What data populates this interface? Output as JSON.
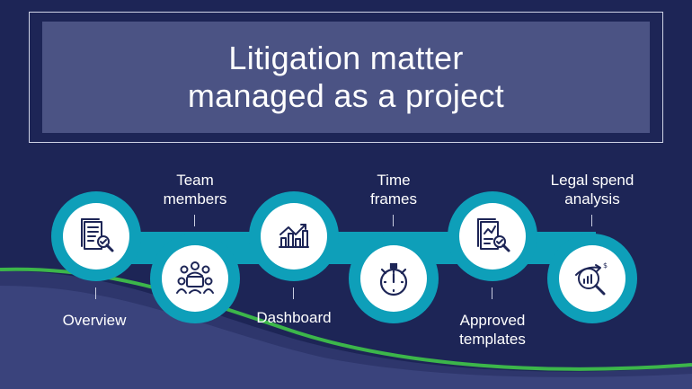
{
  "title": {
    "line1": "Litigation matter",
    "line2": "managed as a project"
  },
  "steps": [
    {
      "lines": [
        "Overview"
      ],
      "icon": "document-search-icon"
    },
    {
      "lines": [
        "Team",
        "members"
      ],
      "icon": "team-meeting-icon"
    },
    {
      "lines": [
        "Dashboard"
      ],
      "icon": "bar-chart-trend-icon"
    },
    {
      "lines": [
        "Time",
        "frames"
      ],
      "icon": "stopwatch-icon"
    },
    {
      "lines": [
        "Approved",
        "templates"
      ],
      "icon": "document-chart-check-icon"
    },
    {
      "lines": [
        "Legal spend",
        "analysis"
      ],
      "icon": "spend-analysis-magnifier-icon"
    }
  ],
  "colors": {
    "background": "#1d2556",
    "title_box": "#4b5384",
    "chain": "#0e9fb9",
    "wave_green": "#3cb64a",
    "wave_light": "#3c4580"
  }
}
